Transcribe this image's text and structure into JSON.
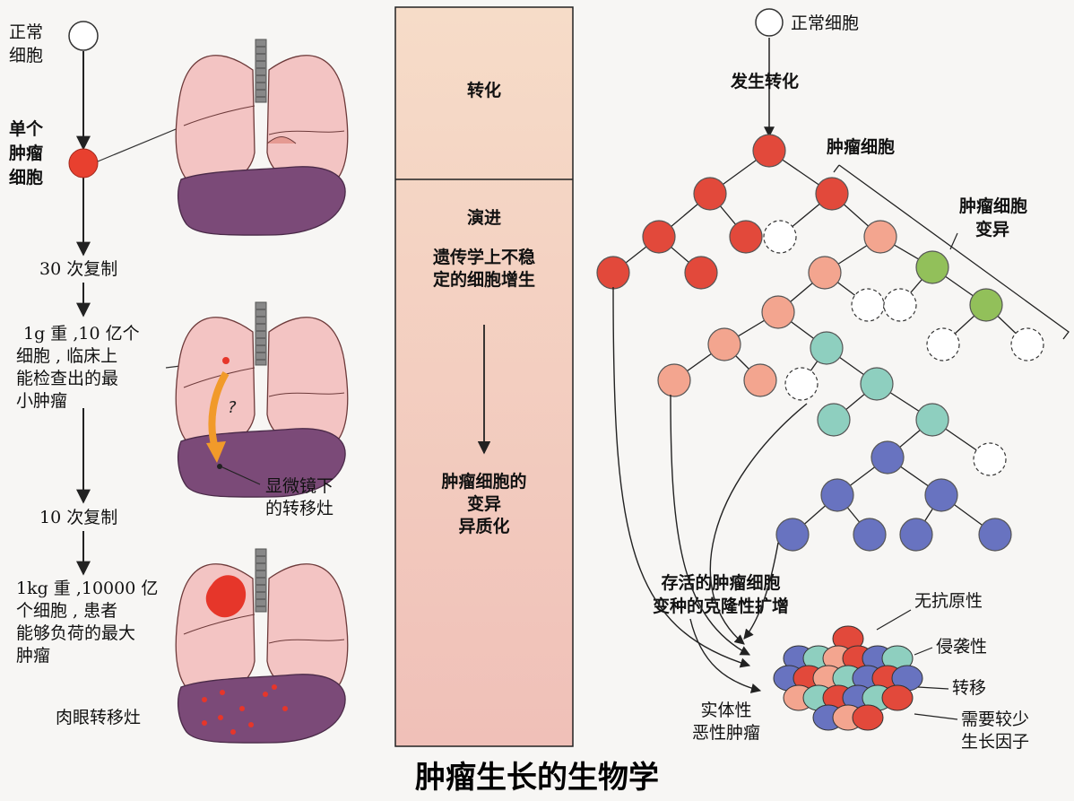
{
  "title": "肿瘤生长的生物学",
  "left": {
    "normal_cell": [
      "正常",
      "细胞"
    ],
    "single_cell": [
      "单个",
      "肿瘤",
      "细胞"
    ],
    "rep30": "30 次复制",
    "one_gram": [
      "1g 重 ,10 亿个",
      "细胞 , 临床上",
      "能检查出的最",
      "小肿瘤"
    ],
    "question": "?",
    "micro": [
      "显微镜下",
      "的转移灶"
    ],
    "rep10": "10 次复制",
    "one_kg": [
      "1kg 重 ,10000 亿",
      "个细胞 , 患者",
      "能够负荷的最大",
      "肿瘤"
    ],
    "naked": "肉眼转移灶"
  },
  "middle": {
    "transform": "转化",
    "progress": "演进",
    "unstable": [
      "遗传学上不稳",
      "定的细胞增生"
    ],
    "variation": [
      "肿瘤细胞的",
      "变异",
      "异质化"
    ]
  },
  "right": {
    "normal_cell": "正常细胞",
    "occur": "发生转化",
    "tumor_cells": "肿瘤细胞",
    "variant": [
      "肿瘤细胞",
      "变异"
    ],
    "survive": [
      "存活的肿瘤细胞",
      "变种的克隆性扩增"
    ],
    "solid": [
      "实体性",
      "恶性肿瘤"
    ],
    "non_antigenic": "无抗原性",
    "invasive": "侵袭性",
    "metastasis": "转移",
    "growth": [
      "需要较少",
      "生长因子"
    ]
  },
  "colors": {
    "red": "#e2493b",
    "salmon": "#f3a58f",
    "green": "#92c05a",
    "teal": "#8ecfbf",
    "blue": "#6873c0",
    "lung": "#f2c4c2",
    "liver": "#7b4a78",
    "column_top": "#f6d8c6",
    "column_bottom": "#f0c0b6"
  }
}
